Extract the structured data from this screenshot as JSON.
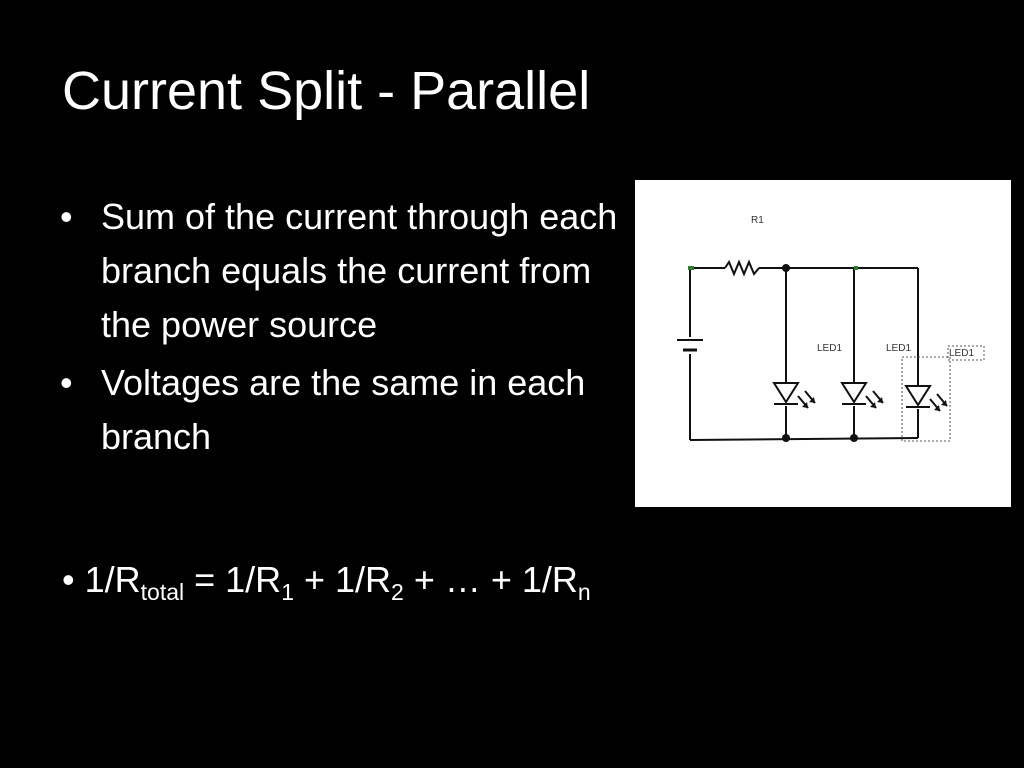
{
  "slide": {
    "title": "Current Split - Parallel",
    "bullets": [
      "Sum of the current through each branch equals the current from the power source",
      "Voltages are the same in each branch"
    ],
    "bullet_glyph": "•",
    "formula": {
      "lead": "• 1/R",
      "sub_total": "total",
      "eq": " = 1/R",
      "sub_1": "1",
      "plus_a": " + 1/R",
      "sub_2": "2",
      "plus_b": " + … + 1/R",
      "sub_n": "n"
    }
  },
  "circuit": {
    "resistor_label": "R1",
    "led_labels": [
      "LED1",
      "LED1",
      "LED1"
    ]
  },
  "colors": {
    "background": "#000000",
    "text": "#ffffff",
    "figure_background": "#ffffff",
    "wire": "#111111",
    "node_accent": "#2e7d32"
  }
}
